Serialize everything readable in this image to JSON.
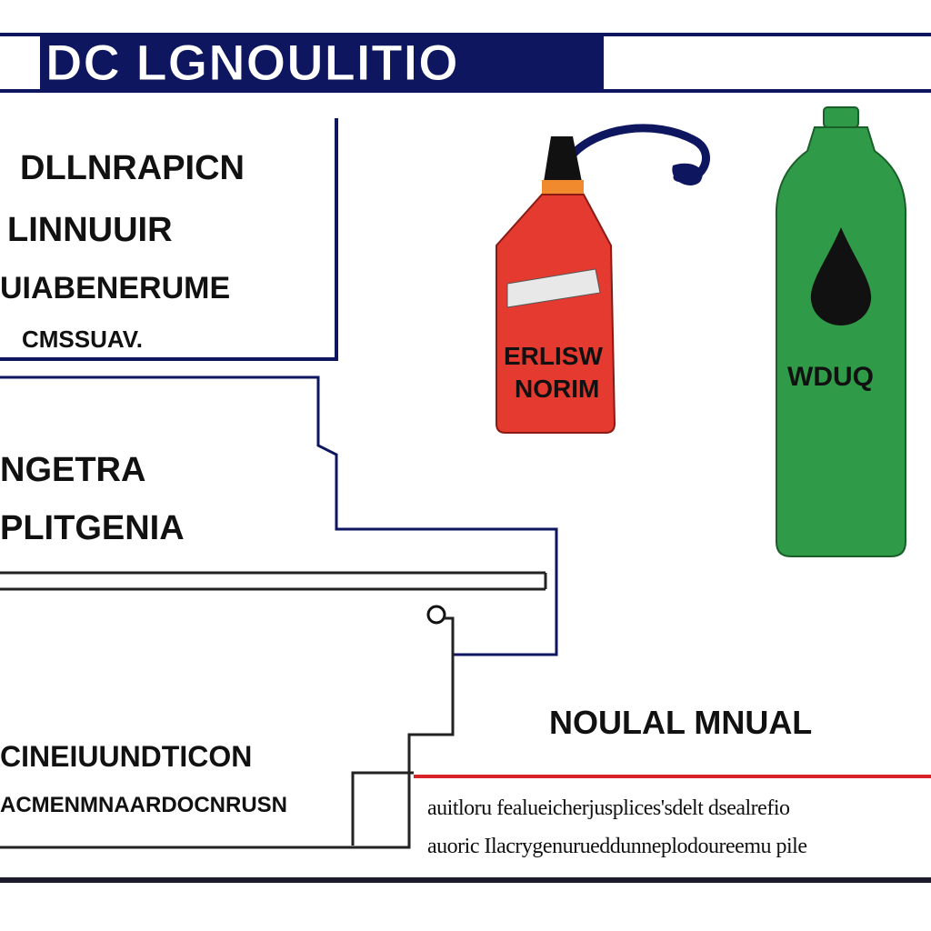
{
  "header": {
    "title": "DC LGNOULITIO"
  },
  "left_panel": {
    "lines": [
      "DLLNRAPICN",
      "LINNUUIR",
      "UIABENERUME",
      "CMSSUAV."
    ]
  },
  "middle_block": {
    "lines": [
      "NGETRA",
      "PLITGENIA"
    ]
  },
  "bottom_left": {
    "title": "CINEIUUNDTICON",
    "subtitle": "ACMENMNAARDOCNRUSN"
  },
  "red_bottle": {
    "label_line1": "ERLISW",
    "label_line2": "NORIM",
    "color": "#e53a2f"
  },
  "green_bottle": {
    "label": "WDUQ",
    "color": "#2f9a48"
  },
  "notice": {
    "title": "NOULAL MNUAL",
    "line1": "auitloru fealueicherjusplices'sdelt dsealrefio",
    "line2": "auoric Ilacrygenurueddunneplodoureemu pile"
  },
  "colors": {
    "navy": "#0f1660",
    "accent_red": "#d8232a"
  }
}
